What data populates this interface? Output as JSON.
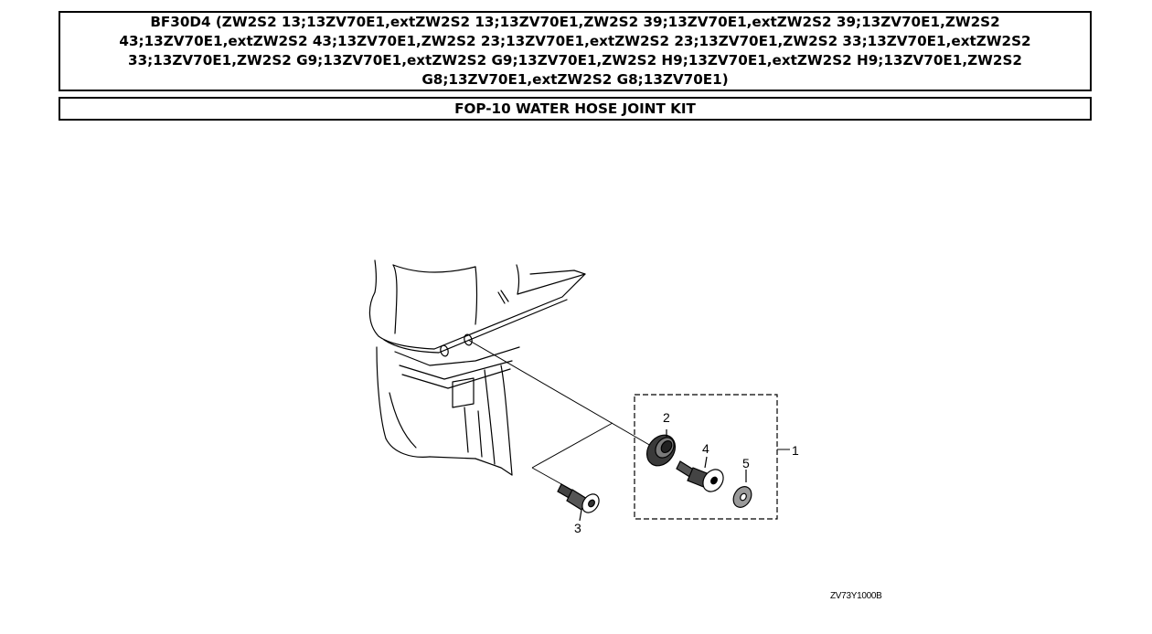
{
  "header": {
    "model_title": "BF30D4 (ZW2S2 13;13ZV70E1,extZW2S2 13;13ZV70E1,ZW2S2 39;13ZV70E1,extZW2S2 39;13ZV70E1,ZW2S2 43;13ZV70E1,extZW2S2 43;13ZV70E1,ZW2S2 23;13ZV70E1,extZW2S2 23;13ZV70E1,ZW2S2 33;13ZV70E1,extZW2S2 33;13ZV70E1,ZW2S2 G9;13ZV70E1,extZW2S2 G9;13ZV70E1,ZW2S2 H9;13ZV70E1,extZW2S2 H9;13ZV70E1,ZW2S2 G8;13ZV70E1,extZW2S2 G8;13ZV70E1)",
    "kit_title": "FOP-10 WATER HOSE JOINT KIT"
  },
  "diagram": {
    "callouts": {
      "part_1": "1",
      "part_2": "2",
      "part_3": "3",
      "part_4": "4",
      "part_5": "5"
    },
    "drawing_code": "ZV73Y1000B"
  }
}
